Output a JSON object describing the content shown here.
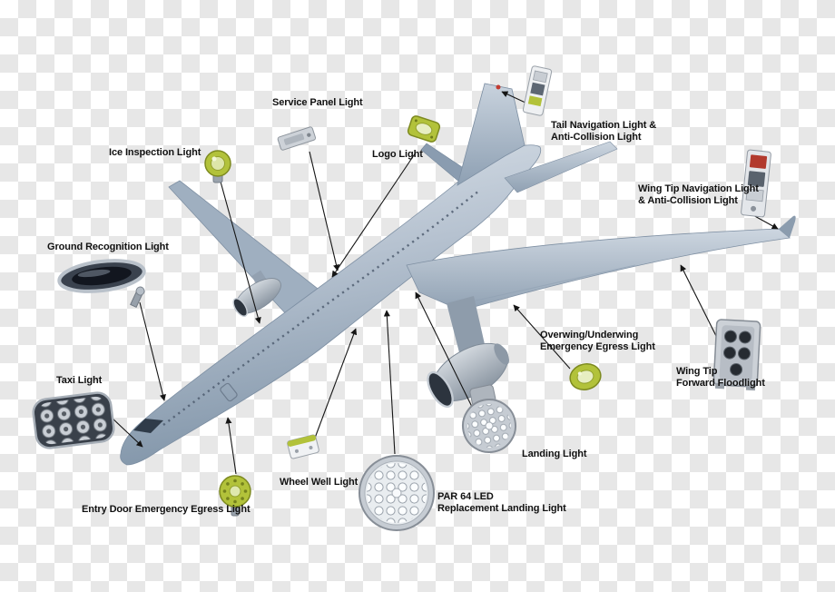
{
  "colors": {
    "checker-a": "#ffffff",
    "checker-b": "#e7e7e7",
    "label": "#111111",
    "accent-green": "#b2c23a"
  },
  "labels": [
    {
      "id": "service-panel-light",
      "text": "Service Panel Light"
    },
    {
      "id": "ice-inspection-light",
      "text": "Ice Inspection Light"
    },
    {
      "id": "logo-light",
      "text": "Logo Light"
    },
    {
      "id": "tail-navigation-light",
      "text": "Tail Navigation Light &\nAnti-Collision Light"
    },
    {
      "id": "wing-tip-navigation-light",
      "text": "Wing Tip Navigation Light\n& Anti-Collision Light"
    },
    {
      "id": "ground-recognition-light",
      "text": "Ground Recognition Light"
    },
    {
      "id": "taxi-light",
      "text": "Taxi Light"
    },
    {
      "id": "entry-door-emergency-egress-light",
      "text": "Entry Door Emergency Egress Light"
    },
    {
      "id": "wheel-well-light",
      "text": "Wheel Well Light"
    },
    {
      "id": "par-64-led-replacement-landing-light",
      "text": "PAR 64 LED\nReplacement Landing Light"
    },
    {
      "id": "landing-light",
      "text": "Landing Light"
    },
    {
      "id": "overwing-underwing-emergency-egress-light",
      "text": "Overwing/Underwing\nEmergency Egress Light"
    },
    {
      "id": "wing-tip-forward-floodlight",
      "text": "Wing Tip\nForward Floodlight"
    }
  ]
}
